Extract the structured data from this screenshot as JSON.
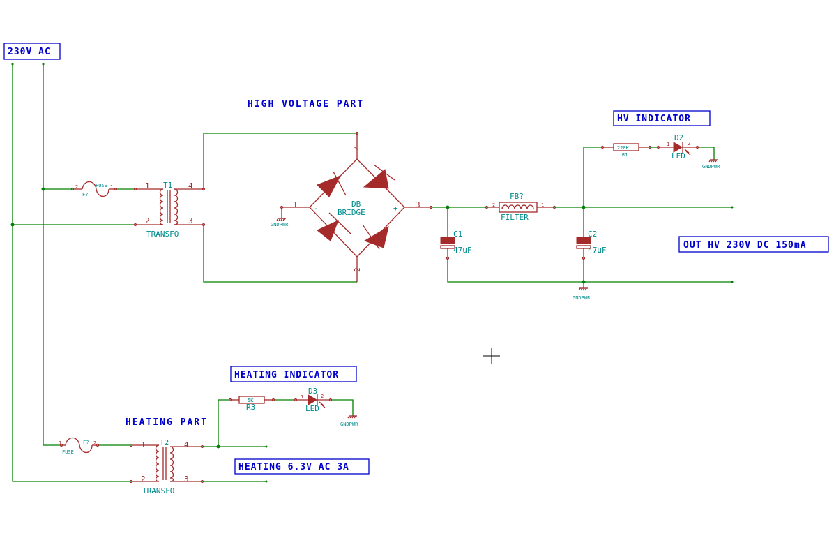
{
  "labels": {
    "ac_input": "230V AC",
    "hv_output": "OUT HV 230V DC 150mA",
    "heating_output": "HEATING 6.3V AC 3A",
    "hv_indicator": "HV INDICATOR",
    "heating_indicator": "HEATING INDICATOR"
  },
  "sections": {
    "high_voltage": "HIGH VOLTAGE PART",
    "heating": "HEATING PART"
  },
  "components": {
    "fuse1": {
      "ref": "F?",
      "value": "FUSE",
      "pin1": "2",
      "pin2": "1"
    },
    "fuse2": {
      "ref": "F?",
      "value": "FUSE",
      "pin1": "1",
      "pin2": "2"
    },
    "t1": {
      "ref": "T1",
      "value": "TRANSFO",
      "p1": "1",
      "p2": "2",
      "p3": "3",
      "p4": "4"
    },
    "t2": {
      "ref": "T2",
      "value": "TRANSFO",
      "p1": "1",
      "p2": "2",
      "p3": "3",
      "p4": "4"
    },
    "bridge": {
      "ref": "DB",
      "value": "BRIDGE",
      "p1": "1",
      "p2": "2",
      "p3": "3",
      "p4": "4",
      "minus": "-",
      "plus": "+"
    },
    "c1": {
      "ref": "C1",
      "value": "47uF"
    },
    "c2": {
      "ref": "C2",
      "value": "47uF"
    },
    "fb": {
      "ref": "FB?",
      "value": "FILTER",
      "p1": "2",
      "p2": "1"
    },
    "r1": {
      "ref": "R1",
      "value": "220K"
    },
    "r3": {
      "ref": "R3",
      "value": "5K"
    },
    "d2": {
      "ref": "D2",
      "value": "LED",
      "p1": "1",
      "p2": "2"
    },
    "d3": {
      "ref": "D3",
      "value": "LED",
      "p1": "1",
      "p2": "2"
    }
  },
  "power": {
    "gnd": "GNDPWR"
  },
  "colors": {
    "wire": "#008000",
    "component": "#a52a2a",
    "reference": "#008b8b",
    "label": "#0000cd"
  }
}
